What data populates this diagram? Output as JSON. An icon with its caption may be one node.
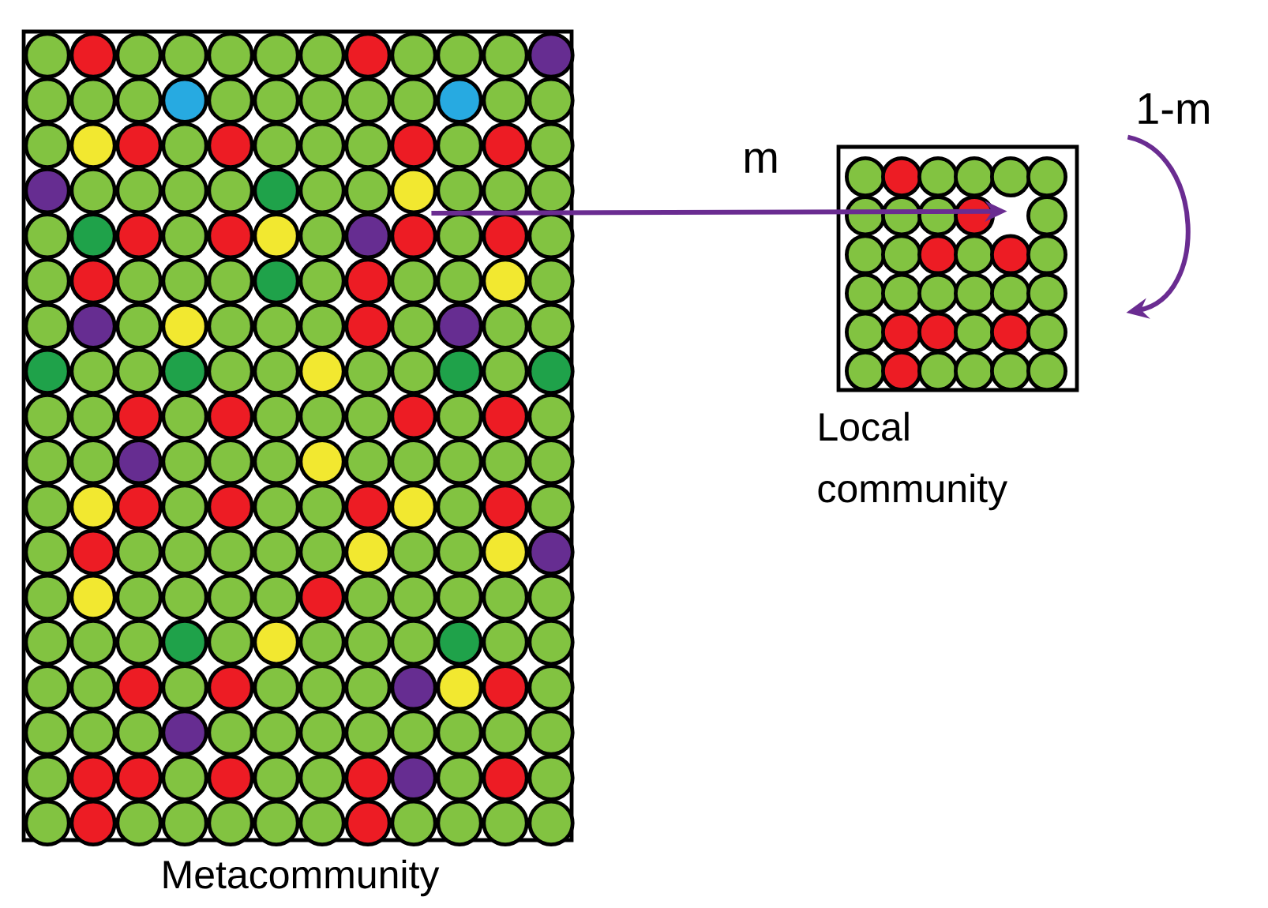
{
  "diagram": {
    "nodes": [
      {
        "text": [
          "Metacommunity"
        ]
      },
      {
        "text": [
          "Local community"
        ]
      }
    ],
    "edges": [
      {
        "from": 0,
        "to": 1,
        "arrow": "to",
        "label": "m"
      },
      {
        "from": 1,
        "to": 1,
        "arrow": "to",
        "label": "1-m"
      }
    ]
  }
}
